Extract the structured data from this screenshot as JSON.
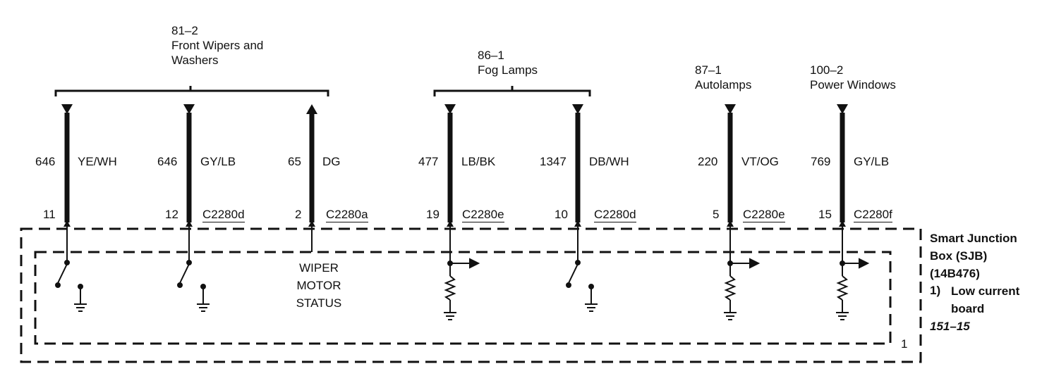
{
  "groups": {
    "wipers": {
      "code": "81–2",
      "line1": "Front Wipers and",
      "line2": "Washers"
    },
    "fog": {
      "code": "86–1",
      "line1": "Fog Lamps"
    },
    "autolamps": {
      "code": "87–1",
      "line1": "Autolamps"
    },
    "windows": {
      "code": "100–2",
      "line1": "Power Windows"
    }
  },
  "wires": [
    {
      "circuit": "646",
      "color": "YE/WH",
      "pin": "11",
      "connector": ""
    },
    {
      "circuit": "646",
      "color": "GY/LB",
      "pin": "12",
      "connector": "C2280d"
    },
    {
      "circuit": "65",
      "color": "DG",
      "pin": "2",
      "connector": "C2280a"
    },
    {
      "circuit": "477",
      "color": "LB/BK",
      "pin": "19",
      "connector": "C2280e"
    },
    {
      "circuit": "1347",
      "color": "DB/WH",
      "pin": "10",
      "connector": "C2280d"
    },
    {
      "circuit": "220",
      "color": "VT/OG",
      "pin": "5",
      "connector": "C2280e"
    },
    {
      "circuit": "769",
      "color": "GY/LB",
      "pin": "15",
      "connector": "C2280f"
    }
  ],
  "wiper_status": {
    "line1": "WIPER",
    "line2": "MOTOR",
    "line3": "STATUS"
  },
  "sjb": {
    "line1": "Smart Junction",
    "line2": "Box (SJB)",
    "line3": "(14B476)",
    "note_num": "1)",
    "note_line1": "Low current",
    "note_line2": "board",
    "figure_ref": "151–15",
    "inner_label": "1"
  }
}
